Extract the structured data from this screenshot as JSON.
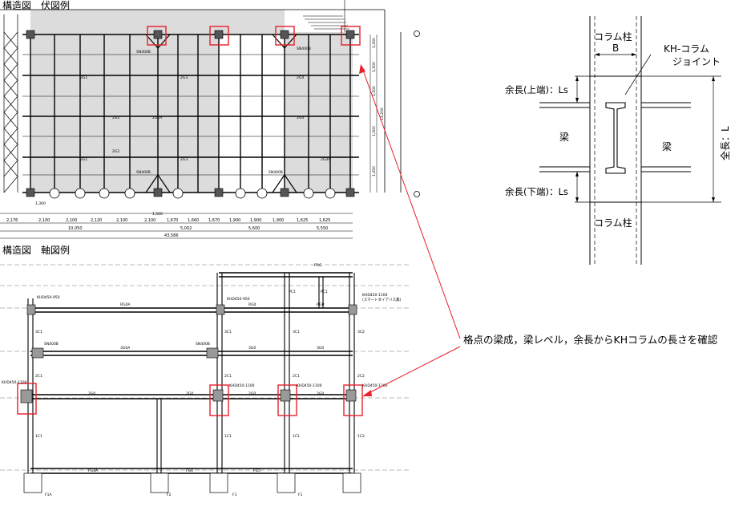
{
  "plan": {
    "title": "構造図　伏図例",
    "grid_bottom": [
      "2,176",
      "2,100",
      "2,100",
      "2,120",
      "2,100",
      "2,100",
      "1,670",
      "1,660",
      "1,670",
      "1,900",
      "1,900",
      "1,900",
      "1,625",
      "1,625"
    ],
    "grid_row2": [
      "10,050",
      "5,002",
      "5,600",
      "5,550"
    ],
    "grid_total": "43,586",
    "beam_marks": [
      "2G1",
      "2G1",
      "2G2",
      "2G2",
      "2G2A",
      "2G3",
      "2G3",
      "2G4",
      "2G4",
      "2G4A"
    ],
    "bracket_labels": [
      "SN400B",
      "SN400B",
      "SN400B",
      "SN400B"
    ],
    "right_dims": [
      "1,450",
      "1,500",
      "1,500",
      "13,200",
      "1,450",
      "1,500"
    ],
    "small_dim_a": "1,300",
    "small_dim_b": "1,500"
  },
  "elevation": {
    "title": "構造図　軸図例",
    "kh_labels": [
      "KHD450-950",
      "KHD450-950",
      "KHD450-1100",
      "KHD450-1100",
      "KHD450-1100",
      "KHD450-1100",
      "KHD450-1100"
    ],
    "note_small": "(スマートダイアリス無)",
    "beam_marks": [
      "RG0A",
      "RG0",
      "RG0",
      "3G0A",
      "3G0",
      "3G0",
      "2G0",
      "2G0",
      "2G0",
      "2G0"
    ],
    "col_marks": [
      "3C1",
      "3C1",
      "3C1",
      "3C2",
      "2C1",
      "2C1",
      "2C1",
      "2C2",
      "1C1",
      "1C1",
      "1C1",
      "1C2"
    ],
    "sn_labels": [
      "SN400B",
      "SN400B"
    ],
    "footing_marks": [
      "FG4A",
      "FG4",
      "FG5",
      "F1A",
      "F2",
      "F1",
      "F1"
    ],
    "penthouse_marks": [
      "PRG",
      "PC1",
      "PC1"
    ]
  },
  "detail": {
    "column_label_top": "コラム柱",
    "column_label_b": "B",
    "kh_label_1": "KH-コラム",
    "kh_label_2": "ジョイント",
    "upper_len": "余長(上端)：Ls",
    "lower_len": "余長(下端)：Ls",
    "beam_left": "梁",
    "beam_right": "梁",
    "total_len": "全長：L",
    "column_label_bottom": "コラム柱"
  },
  "note": "格点の梁成，梁レベル，余長からKHコラムの長さを確認",
  "colors": {
    "highlight": "#e8202a",
    "shade": "#d9d9d9",
    "line": "#000000"
  }
}
